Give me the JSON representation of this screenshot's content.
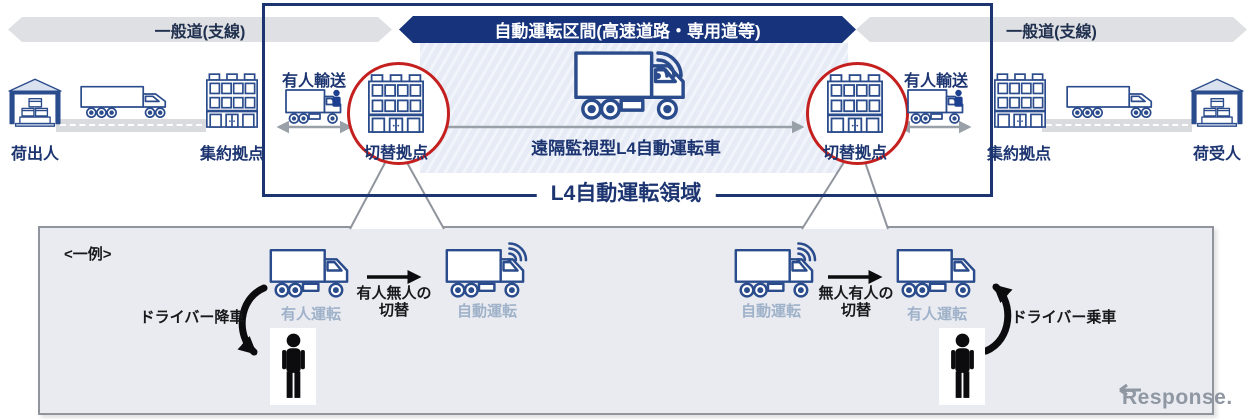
{
  "banners": {
    "general_road_left": "一般道(支線)",
    "auto_section": "自動運転区間(高速道路・専用道等)",
    "general_road_right": "一般道(支線)"
  },
  "upper": {
    "shipper": "荷出人",
    "consolidation_hub_left": "集約拠点",
    "manned_transport_left": "有人輸送",
    "switch_hub_left": "切替拠点",
    "remote_l4_truck": "遠隔監視型L4自動運転車",
    "switch_hub_right": "切替拠点",
    "manned_transport_right": "有人輸送",
    "consolidation_hub_right": "集約拠点",
    "consignee": "荷受人",
    "l4_area": "L4自動運転領域"
  },
  "example": {
    "title": "<一例>",
    "driver_off": "ドライバー降車",
    "manned_left": "有人運転",
    "switch_left_line1": "有人無人の",
    "switch_left_line2": "切替",
    "auto_left": "自動運転",
    "auto_right": "自動運転",
    "switch_right_line1": "無人有人の",
    "switch_right_line2": "切替",
    "manned_right": "有人運転",
    "driver_on": "ドライバー乗車"
  },
  "watermark": {
    "text": "Response."
  },
  "colors": {
    "frame_navy": "#1c3571",
    "banner_navy": "#16337b",
    "banner_gray": "#dfe0e3",
    "icon_outline_blue": "#2b4c8c",
    "circle_red": "#c3201f",
    "example_box_gray": "#e9ebf1",
    "truck_state_label_blue": "#9fb2c9",
    "arrow_gray": "#9aa0a8",
    "watermark_gray": "#8e97a2"
  }
}
